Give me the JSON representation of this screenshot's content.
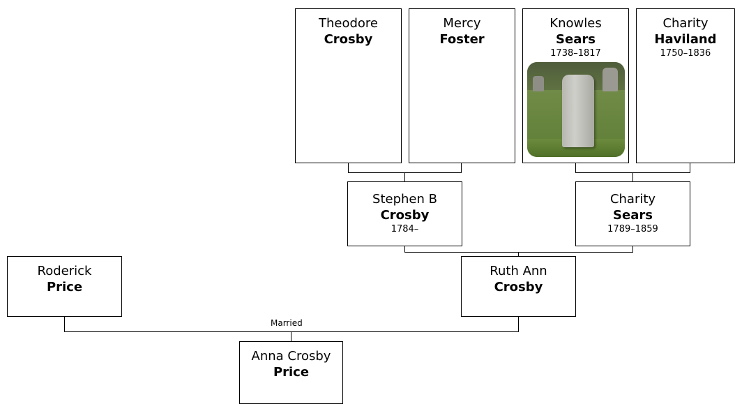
{
  "people": {
    "theodore": {
      "given": "Theodore",
      "surname": "Crosby",
      "dates": ""
    },
    "mercy": {
      "given": "Mercy",
      "surname": "Foster",
      "dates": ""
    },
    "knowles": {
      "given": "Knowles",
      "surname": "Sears",
      "dates": "1738–1817",
      "photo": "gravestone-photo"
    },
    "charity_haviland": {
      "given": "Charity",
      "surname": "Haviland",
      "dates": "1750–1836"
    },
    "stephen": {
      "given": "Stephen B",
      "surname": "Crosby",
      "dates": "1784–"
    },
    "charity_sears": {
      "given": "Charity",
      "surname": "Sears",
      "dates": "1789–1859"
    },
    "roderick": {
      "given": "Roderick",
      "surname": "Price",
      "dates": ""
    },
    "ruth_ann": {
      "given": "Ruth Ann",
      "surname": "Crosby",
      "dates": ""
    },
    "anna": {
      "given": "Anna Crosby",
      "surname": "Price",
      "dates": ""
    }
  },
  "labels": {
    "married": "Married"
  },
  "colors": {
    "border": "#000000",
    "background": "#ffffff"
  }
}
